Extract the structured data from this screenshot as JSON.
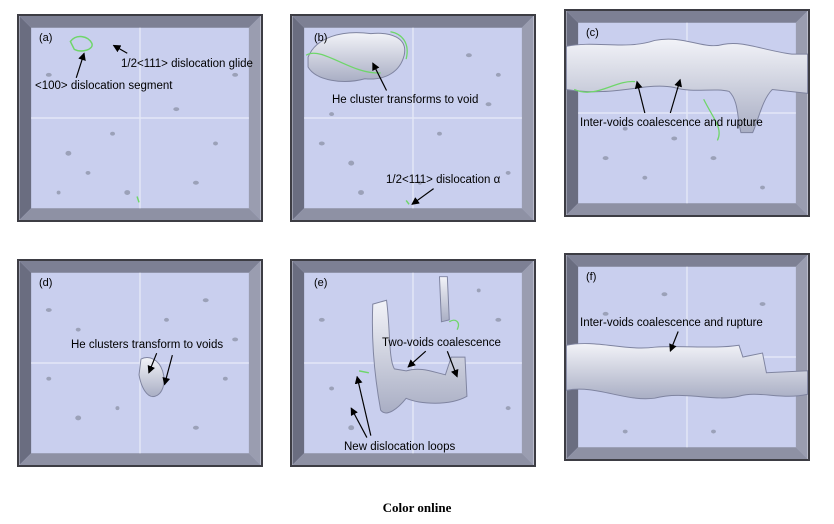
{
  "panels": [
    {
      "id": "a",
      "label": "(a)",
      "annotations": [
        "1/2<111> dislocation glide",
        "<100> dislocation segment"
      ]
    },
    {
      "id": "b",
      "label": "(b)",
      "annotations": [
        "He cluster transforms to void",
        "1/2<111> dislocation α"
      ]
    },
    {
      "id": "c",
      "label": "(c)",
      "annotations": [
        "Inter-voids coalescence and rupture"
      ]
    },
    {
      "id": "d",
      "label": "(d)",
      "annotations": [
        "He clusters transform to voids"
      ]
    },
    {
      "id": "e",
      "label": "(e)",
      "annotations": [
        "Two-voids coalescence",
        "New dislocation loops"
      ]
    },
    {
      "id": "f",
      "label": "(f)",
      "annotations": [
        "Inter-voids coalescence and rupture"
      ]
    }
  ],
  "caption": "Color online",
  "colors": {
    "background": "#c9cfee",
    "frame": "#3d3d44",
    "void": "#e6e8f2",
    "dislocation": "#6fd66a"
  }
}
